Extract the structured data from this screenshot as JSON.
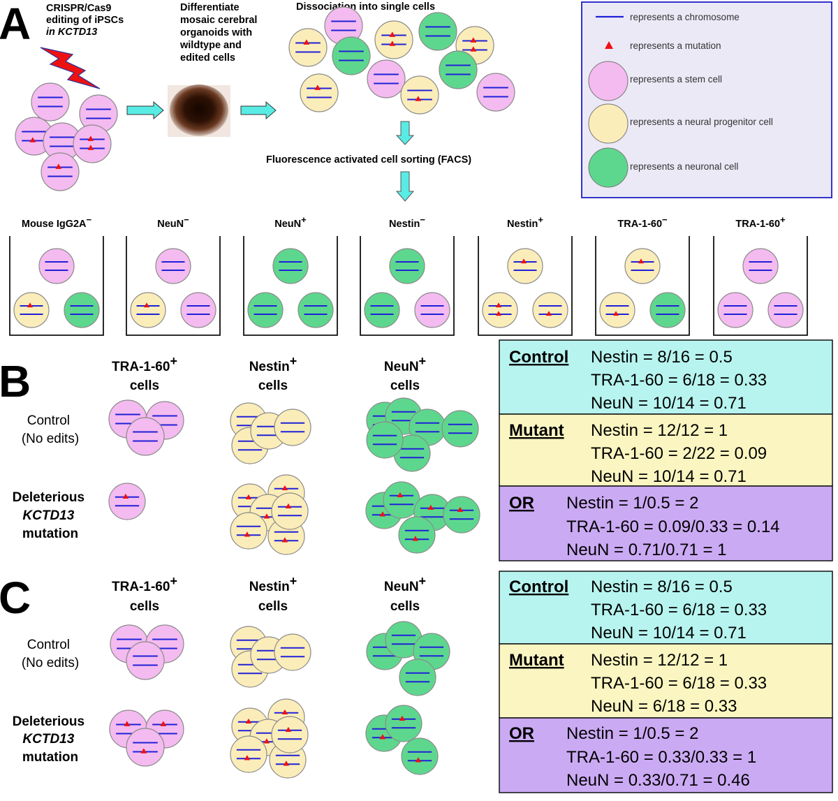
{
  "colors": {
    "stem": "#f4bbf0",
    "progenitor": "#fbedb9",
    "neuronal": "#5ed78e",
    "chromosome": "#2020d8",
    "mutation": "#ee1111",
    "control_box": "#b7f4ef",
    "mutant_box": "#fbf6c1",
    "or_box": "#cbaaf4",
    "legend_bg": "#ebe9f6",
    "legend_border": "#3333cc",
    "arrow": "#58ece5"
  },
  "icons": [
    "lightning-bolt-icon",
    "organoid-image",
    "right-arrow-icon",
    "down-arrow-icon"
  ],
  "panelA": {
    "letter": "A",
    "step1": [
      "CRISPR/Cas9",
      "editing of iPSCs",
      "in KCTD13"
    ],
    "step2": [
      "Differentiate",
      "mosaic cerebral",
      "organoids with",
      "wildtype and",
      "edited cells"
    ],
    "step3": "Dissociation into single cells",
    "facs": "Fluorescence activated cell sorting (FACS)",
    "legend": [
      "represents a chromosome",
      "represents a mutation",
      "represents a stem cell",
      "represents a neural progenitor cell",
      "represents a neuronal cell"
    ],
    "wells": [
      {
        "base": "Mouse IgG2A",
        "sup": "−"
      },
      {
        "base": "NeuN",
        "sup": "−"
      },
      {
        "base": "NeuN",
        "sup": "+"
      },
      {
        "base": "Nestin",
        "sup": "−"
      },
      {
        "base": "Nestin",
        "sup": "+"
      },
      {
        "base": "TRA-1-60",
        "sup": "−"
      },
      {
        "base": "TRA-1-60",
        "sup": "+"
      }
    ]
  },
  "panelB": {
    "letter": "B",
    "col_headers": [
      {
        "base": "TRA-1-60",
        "sup": "+",
        "line2": "cells"
      },
      {
        "base": "Nestin",
        "sup": "+",
        "line2": "cells"
      },
      {
        "base": "NeuN",
        "sup": "+",
        "line2": "cells"
      }
    ],
    "row_labels": {
      "control": [
        "Control",
        "(No edits)"
      ],
      "mutant": [
        "Deleterious",
        "KCTD13",
        "mutation"
      ]
    },
    "control_box": {
      "title": "Control",
      "lines": [
        "Nestin = 8/16 = 0.5",
        "TRA-1-60 = 6/18 = 0.33",
        "NeuN = 10/14 = 0.71"
      ]
    },
    "mutant_box": {
      "title": "Mutant",
      "lines": [
        "Nestin = 12/12 = 1",
        "TRA-1-60 = 2/22 = 0.09",
        "NeuN = 10/14 = 0.71"
      ]
    },
    "or_box": {
      "title": "OR",
      "lines": [
        "Nestin = 1/0.5 = 2",
        "TRA-1-60 = 0.09/0.33 = 0.14",
        "NeuN = 0.71/0.71 = 1"
      ]
    }
  },
  "panelC": {
    "letter": "C",
    "col_headers": [
      {
        "base": "TRA-1-60",
        "sup": "+",
        "line2": "cells"
      },
      {
        "base": "Nestin",
        "sup": "+",
        "line2": "cells"
      },
      {
        "base": "NeuN",
        "sup": "+",
        "line2": "cells"
      }
    ],
    "row_labels": {
      "control": [
        "Control",
        "(No edits)"
      ],
      "mutant": [
        "Deleterious",
        "KCTD13",
        "mutation"
      ]
    },
    "control_box": {
      "title": "Control",
      "lines": [
        "Nestin = 8/16 = 0.5",
        "TRA-1-60 = 6/18 = 0.33",
        "NeuN = 10/14 = 0.71"
      ]
    },
    "mutant_box": {
      "title": "Mutant",
      "lines": [
        "Nestin = 12/12 = 1",
        "TRA-1-60 = 6/18 = 0.33",
        "NeuN = 6/18 = 0.33"
      ]
    },
    "or_box": {
      "title": "OR",
      "lines": [
        "Nestin = 1/0.5 = 2",
        "TRA-1-60 = 0.33/0.33 = 1",
        "NeuN = 0.33/0.71 = 0.46"
      ]
    }
  }
}
